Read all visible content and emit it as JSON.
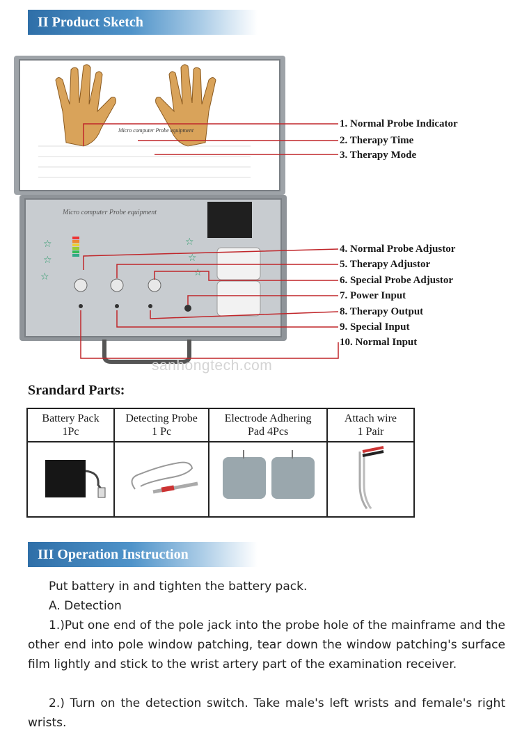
{
  "section2": {
    "title": "II  Product Sketch"
  },
  "device": {
    "lid_caption": "Micro computer Probe equipment",
    "panel_title": "Micro computer Probe equipment"
  },
  "callouts": [
    "1. Normal Probe Indicator",
    "2. Therapy Time",
    "3. Therapy Mode",
    "4. Normal Probe Adjustor",
    "5. Therapy Adjustor",
    "6. Special Probe Adjustor",
    "7. Power Input",
    "8. Therapy Output",
    "9. Special Input",
    "10. Normal Input"
  ],
  "watermark": "sanhongtech.com",
  "parts": {
    "title": "Srandard Parts:",
    "items": [
      {
        "name": "Battery Pack",
        "qty": "1Pc",
        "icon": "battery-pack-icon"
      },
      {
        "name": "Detecting Probe",
        "qty": "1 Pc",
        "icon": "detecting-probe-icon"
      },
      {
        "name": "Electrode Adhering",
        "qty": "Pad  4Pcs",
        "icon": "electrode-pad-icon"
      },
      {
        "name": "Attach wire",
        "qty": "1 Pair",
        "icon": "attach-wire-icon"
      }
    ]
  },
  "section3": {
    "title": "III  Operation Instruction",
    "p1": "Put battery in and tighten the battery pack.",
    "p2": "A. Detection",
    "p3": "1.)Put one end of the pole jack into the probe hole of the mainframe and the other end into pole window patching, tear down the window patching's surface film lightly and stick to the wrist artery part of the examination receiver.",
    "p4": "2.) Turn on the detection switch. Take male's left wrists and female's right wrists."
  }
}
